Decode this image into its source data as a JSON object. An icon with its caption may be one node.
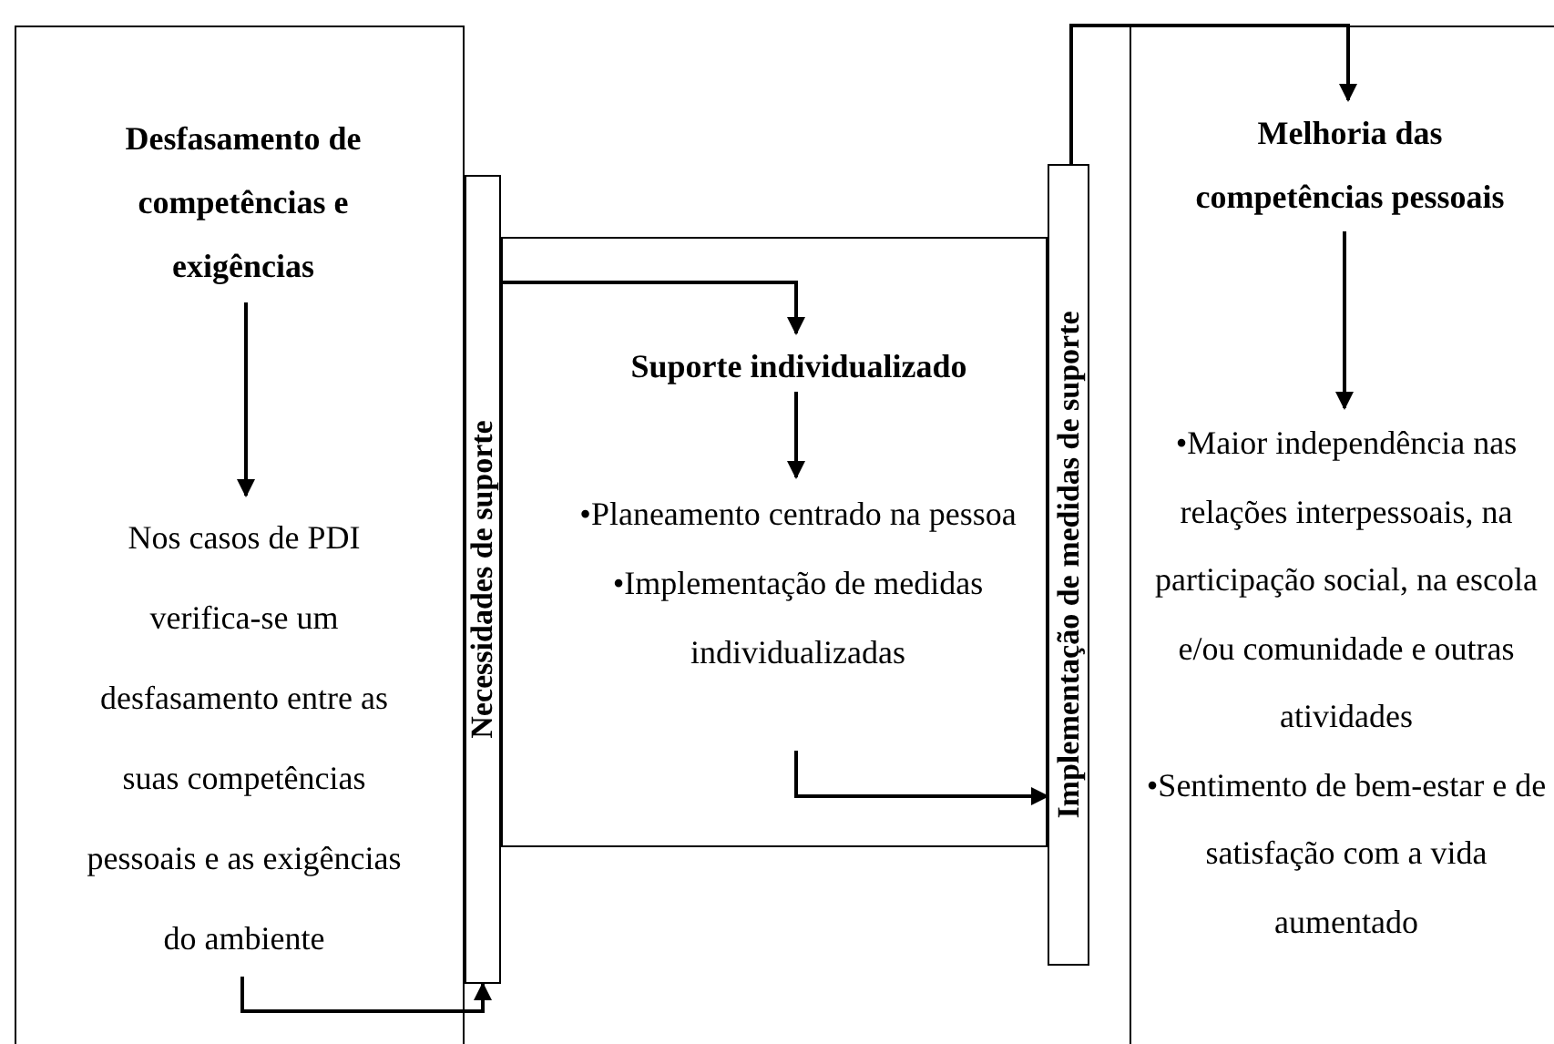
{
  "diagram": {
    "nodes": [
      {
        "text": [],
        "shape": "box"
      },
      {
        "text": [
          "Desfasamento de competências e exigências"
        ],
        "in": 0
      },
      {
        "text": [
          "Nos casos de PDI verifica-se um desfasamento entre as suas competências pessoais e as exigências do ambiente"
        ],
        "in": 0
      },
      {
        "text": [
          "Necessidades de suporte"
        ]
      },
      {
        "text": [],
        "shape": "box"
      },
      {
        "text": [
          "Suporte individualizado"
        ],
        "in": 4
      },
      {
        "text": [
          "•Planeamento centrado na pessoa",
          "•Implementação de medidas individualizadas"
        ],
        "in": 4
      },
      {
        "text": [
          "Implementação de medidas de suporte"
        ]
      },
      {
        "text": [],
        "shape": "box"
      },
      {
        "text": [
          "Melhoria das competências pessoais"
        ],
        "in": 8
      },
      {
        "text": [
          "•Maior independência nas relações interpessoais, na participação social, na escola e/ou comunidade e outras atividades",
          "•Sentimento de bem-estar e de satisfação com a vida aumentado"
        ],
        "in": 8
      }
    ],
    "edges": [
      {
        "from": 1,
        "to": 2,
        "arrow": "to"
      },
      {
        "from": 2,
        "to": 3,
        "arrow": "to"
      },
      {
        "from": 3,
        "to": 5,
        "arrow": "to"
      },
      {
        "from": 5,
        "to": 6,
        "arrow": "to"
      },
      {
        "from": 6,
        "to": 7,
        "arrow": "to"
      },
      {
        "from": 7,
        "to": 9,
        "arrow": "to"
      },
      {
        "from": 9,
        "to": 10,
        "arrow": "to"
      }
    ]
  }
}
